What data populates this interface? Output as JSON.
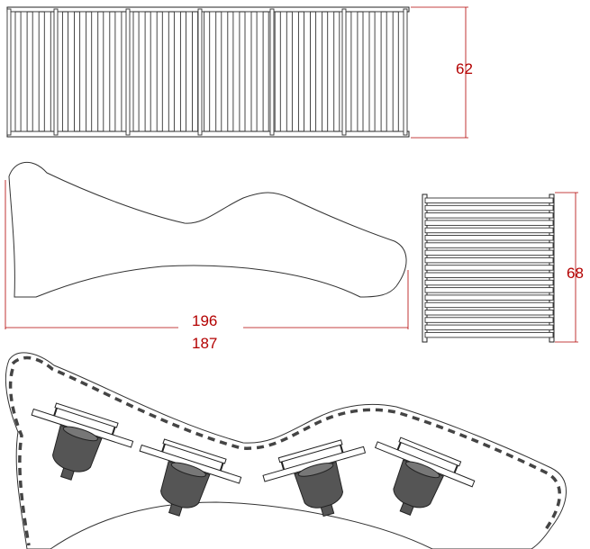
{
  "dimensions": {
    "top_view_width": "62",
    "side_view_length_outer": "196",
    "side_view_length_inner": "187",
    "end_view_height": "68"
  },
  "colors": {
    "dimension": "#b30000",
    "line": "#222222",
    "background": "#ffffff"
  }
}
